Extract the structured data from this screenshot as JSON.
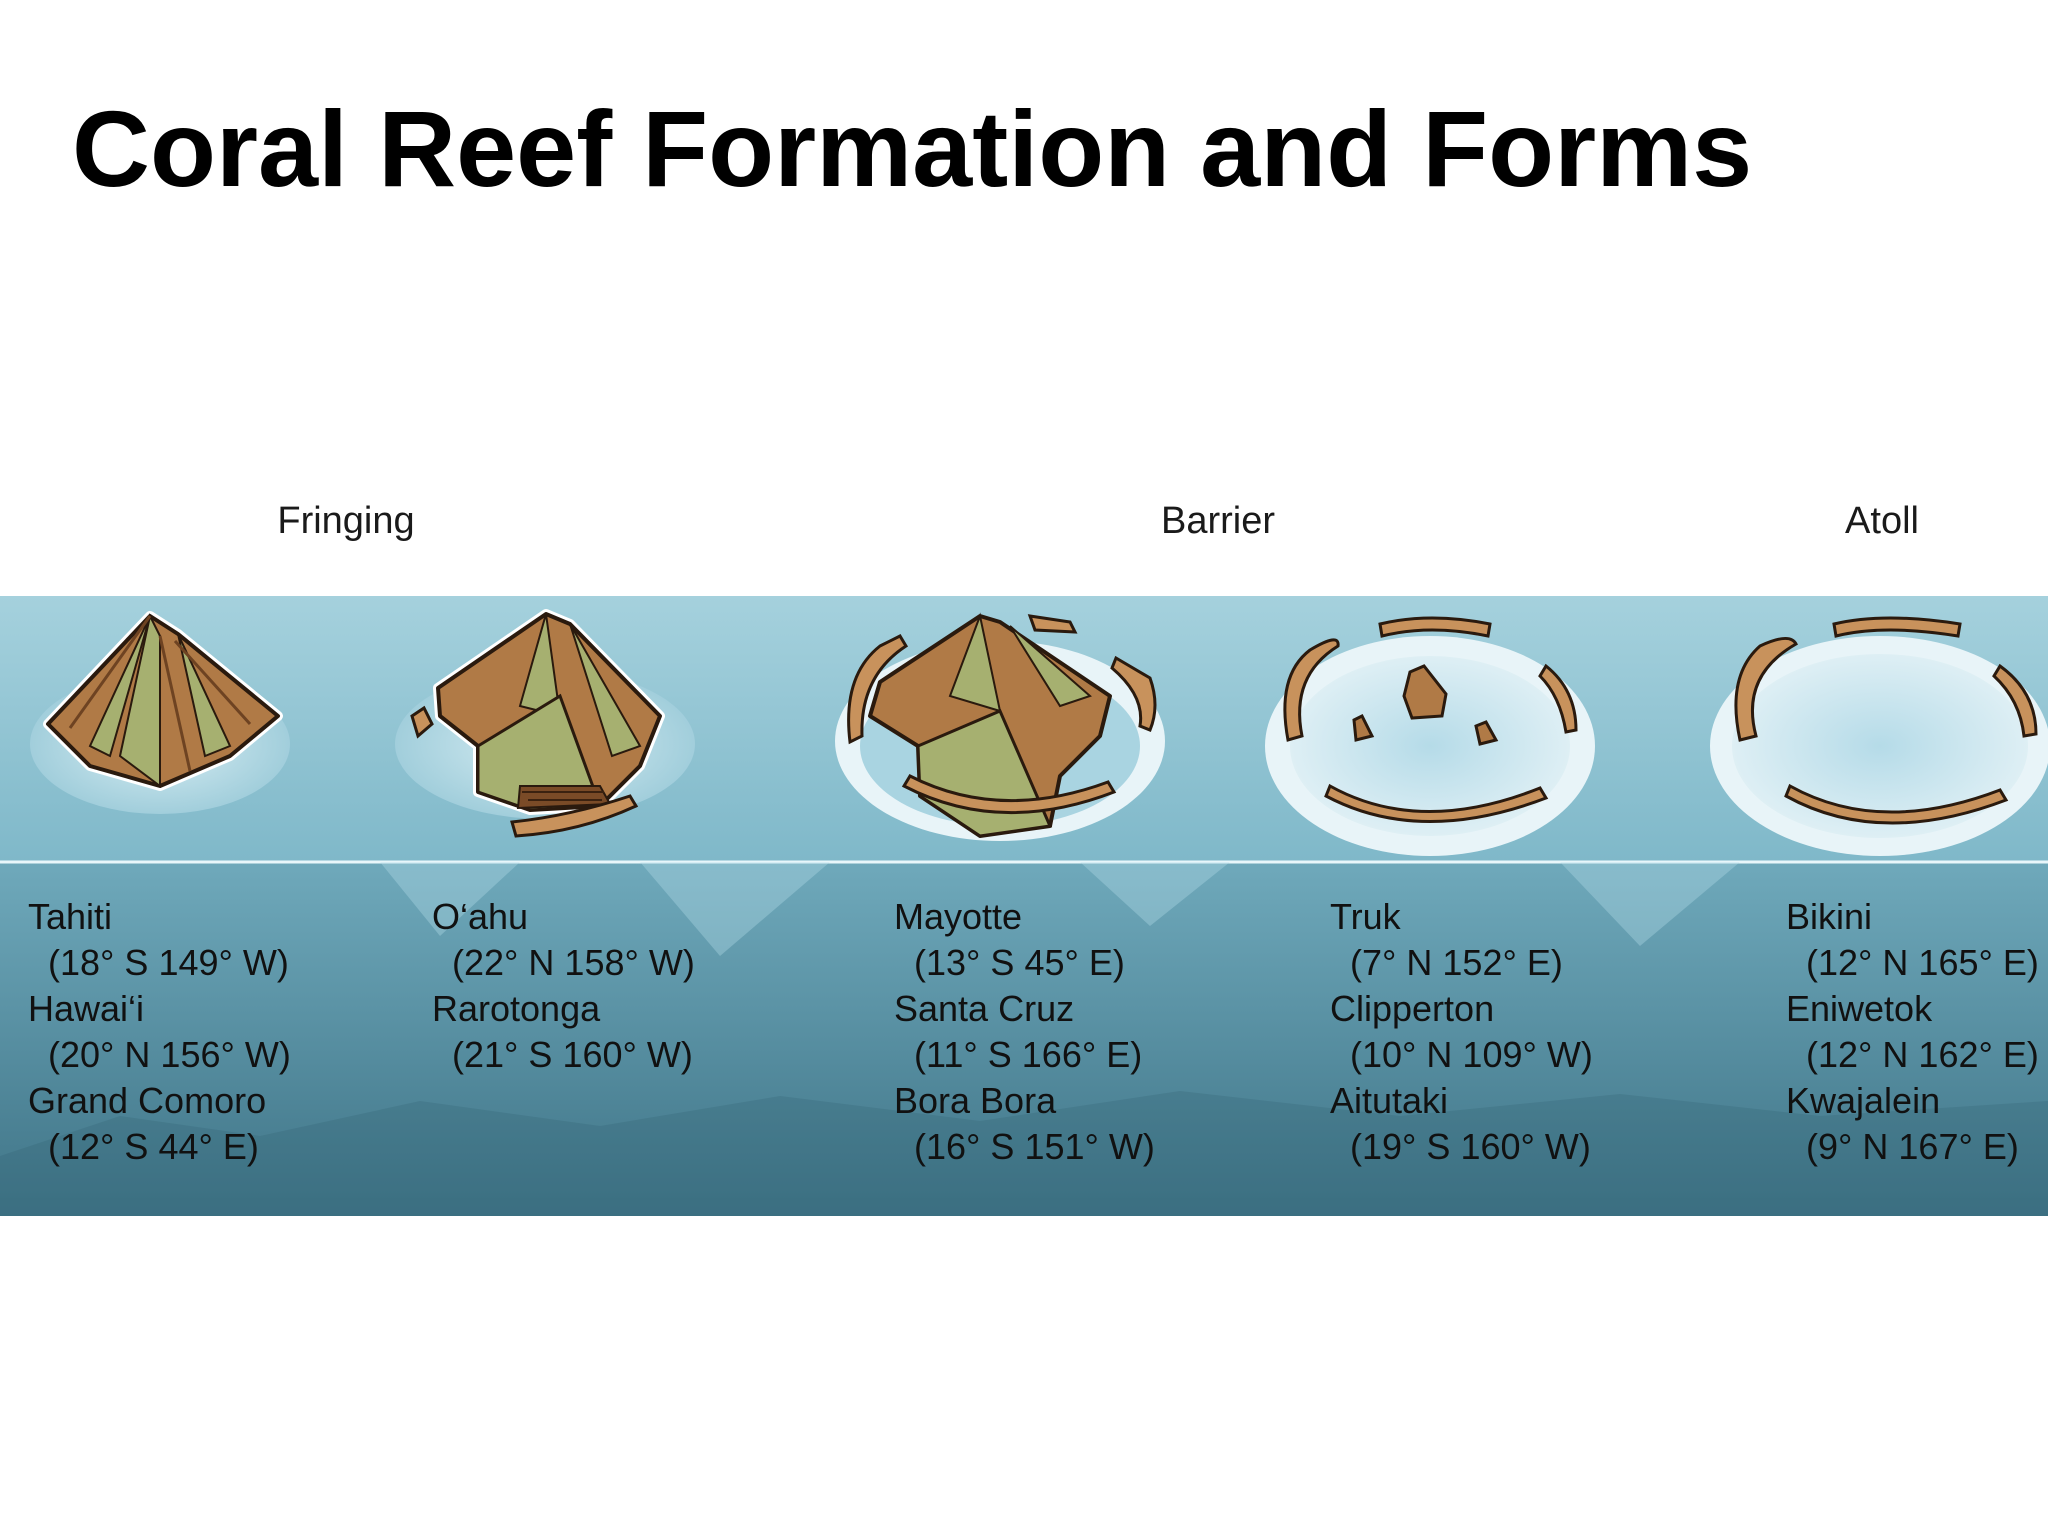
{
  "slide": {
    "title": "Coral Reef Formation and Forms"
  },
  "categories": [
    {
      "label": "Fringing"
    },
    {
      "label": "Barrier"
    },
    {
      "label": "Atoll"
    }
  ],
  "columns": [
    {
      "examples": [
        {
          "name": "Tahiti",
          "coords": "(18° S  149° W)"
        },
        {
          "name": "Hawai‘i",
          "coords": "(20° N  156° W)"
        },
        {
          "name": "Grand Comoro",
          "coords": "(12° S  44° E)"
        }
      ]
    },
    {
      "examples": [
        {
          "name": "O‘ahu",
          "coords": "(22° N  158° W)"
        },
        {
          "name": "Rarotonga",
          "coords": "(21° S  160° W)"
        }
      ]
    },
    {
      "examples": [
        {
          "name": "Mayotte",
          "coords": "(13° S  45° E)"
        },
        {
          "name": "Santa Cruz",
          "coords": "(11° S  166° E)"
        },
        {
          "name": "Bora Bora",
          "coords": "(16° S  151° W)"
        }
      ]
    },
    {
      "examples": [
        {
          "name": "Truk",
          "coords": "(7° N  152° E)"
        },
        {
          "name": "Clipperton",
          "coords": "(10° N  109° W)"
        },
        {
          "name": "Aitutaki",
          "coords": "(19° S  160° W)"
        }
      ]
    },
    {
      "examples": [
        {
          "name": "Bikini",
          "coords": "(12° N  165° E)"
        },
        {
          "name": "Eniwetok",
          "coords": "(12° N  162° E)"
        },
        {
          "name": "Kwajalein",
          "coords": "(9° N  167° E)"
        }
      ]
    }
  ],
  "colors": {
    "sea_surface": "#8cc3d2",
    "sea_deep": "#4f8698",
    "lagoon": "#cfe8f0",
    "reef": "#c8925c",
    "reef_edge": "#6e4322",
    "island_brown": "#b07a46",
    "island_green": "#a6b070",
    "outline": "#2a1a0e"
  }
}
